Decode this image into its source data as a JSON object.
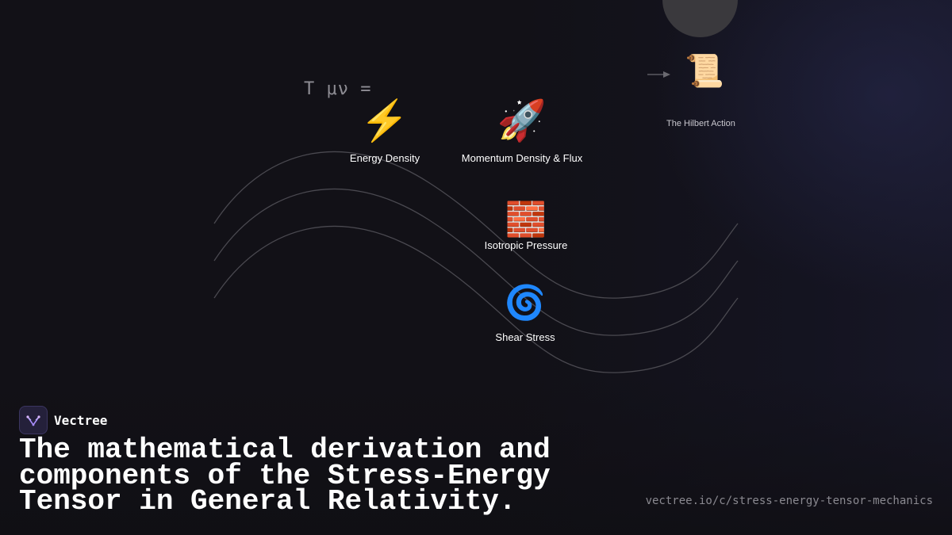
{
  "equation": "T μν =",
  "nodes": [
    {
      "id": "energy",
      "icon": "⚡",
      "icon_name": "lightning-icon",
      "label": "Energy Density"
    },
    {
      "id": "momentum",
      "icon": "🚀",
      "icon_name": "rocket-icon",
      "label": "Momentum Density & Flux"
    },
    {
      "id": "pressure",
      "icon": "🧱",
      "icon_name": "brick-icon",
      "label": "Isotropic Pressure"
    },
    {
      "id": "shear",
      "icon": "🌀",
      "icon_name": "cyclone-icon",
      "label": "Shear Stress"
    }
  ],
  "hilbert": {
    "icon": "📜",
    "icon_name": "scroll-icon",
    "label": "The Hilbert Action"
  },
  "brand": {
    "name": "Vectree",
    "logo_color": "#a78bfa"
  },
  "headline": "The mathematical derivation and components of the Stress-Energy Tensor in General Relativity.",
  "url": "vectree.io/c/stress-energy-tensor-mechanics",
  "colors": {
    "background": "#121117",
    "wave": "#4a4950",
    "muted_text": "#8a8990"
  }
}
